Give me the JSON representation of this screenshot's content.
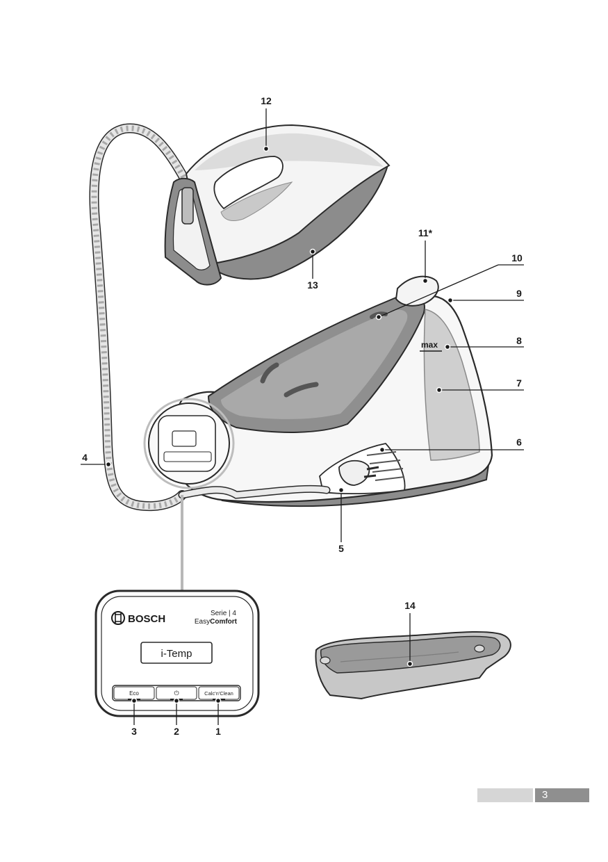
{
  "callouts": {
    "c1": "1",
    "c2": "2",
    "c3": "3",
    "c4": "4",
    "c5": "5",
    "c6": "6",
    "c7": "7",
    "c8": "8",
    "c9": "9",
    "c10": "10",
    "c11": "11*",
    "c12": "12",
    "c13": "13",
    "c14": "14"
  },
  "tank": {
    "max_label": "max"
  },
  "control_panel": {
    "brand": "BOSCH",
    "series_line1": "Serie | 4",
    "series_line2_light": "Easy",
    "series_line2_bold": "Comfort",
    "display_text": "i-Temp",
    "button_eco": "Eco",
    "button_power_symbol": "⏻",
    "button_calc": "Calc'n'Clean"
  },
  "footer": {
    "page_number": "3"
  },
  "colors": {
    "outline": "#2a2a2a",
    "gray_dark": "#8c8c8c",
    "gray_mid": "#b9b9b9",
    "gray_light": "#e2e2e2",
    "white": "#ffffff"
  }
}
